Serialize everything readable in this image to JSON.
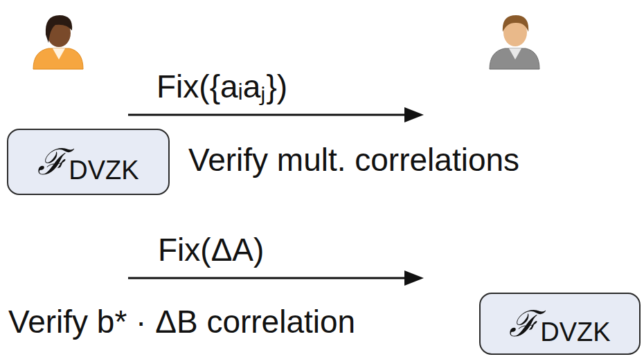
{
  "diagram": {
    "nodes": [
      {
        "text": [
          "ℱ",
          "DVZK"
        ]
      },
      {
        "text": [
          "ℱ",
          "DVZK"
        ]
      }
    ],
    "labels": [
      "Fix({aᵢaⱼ})",
      "Verify mult. correlations",
      "Fix(ΔA)",
      "Verify b* · ΔB correlation"
    ]
  }
}
